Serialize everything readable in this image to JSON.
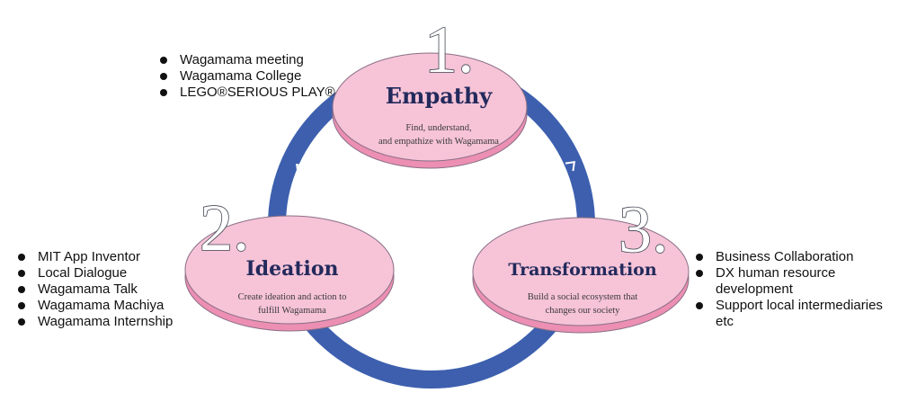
{
  "colors": {
    "ellipse_fill": "#f6c3d7",
    "ellipse_side": "#ec8fb3",
    "ring": "#3d5fae",
    "title": "#232a5c"
  },
  "steps": [
    {
      "number": "1.",
      "title": "Empathy",
      "desc": [
        "Find, understand,",
        "and empathize with Wagamama"
      ]
    },
    {
      "number": "2.",
      "title": "Ideation",
      "desc": [
        "Create ideation and action to",
        "fulfill Wagamama"
      ]
    },
    {
      "number": "3.",
      "title": "Transformation",
      "desc": [
        "Build a social ecosystem that",
        "changes our society"
      ]
    }
  ],
  "lists": {
    "empathy": [
      "Wagamama meeting",
      "Wagamama College",
      "LEGO®SERIOUS PLAY®"
    ],
    "ideation": [
      "MIT App Inventor",
      "Local Dialogue",
      "Wagamama Talk",
      "Wagamama Machiya",
      "Wagamama Internship"
    ],
    "transformation": [
      "Business Collaboration",
      "DX human resource development",
      "Support local intermediaries etc"
    ]
  },
  "icons": [
    "bullet-dot",
    "chevron-arrow"
  ]
}
